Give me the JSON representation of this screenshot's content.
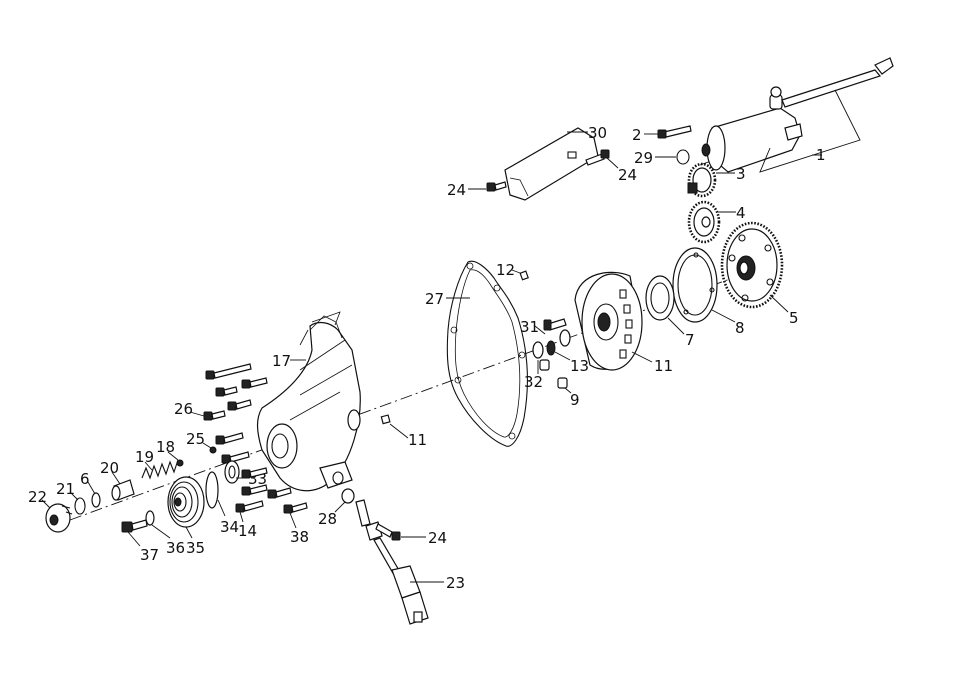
{
  "diagram": {
    "callouts": {
      "c1": "1",
      "c2": "2",
      "c3": "3",
      "c4": "4",
      "c5": "5",
      "c6": "6",
      "c7": "7",
      "c8": "8",
      "c9": "9",
      "c11a": "11",
      "c11b": "11",
      "c12": "12",
      "c13": "13",
      "c14": "14",
      "c17": "17",
      "c18": "18",
      "c19": "19",
      "c20": "20",
      "c21": "21",
      "c22": "22",
      "c23": "23",
      "c24a": "24",
      "c24b": "24",
      "c24c": "24",
      "c25": "25",
      "c26": "26",
      "c27": "27",
      "c28": "28",
      "c29": "29",
      "c30": "30",
      "c31": "31",
      "c32": "32",
      "c33": "33",
      "c34": "34",
      "c35": "35",
      "c36": "36",
      "c37": "37",
      "c38": "38"
    }
  }
}
